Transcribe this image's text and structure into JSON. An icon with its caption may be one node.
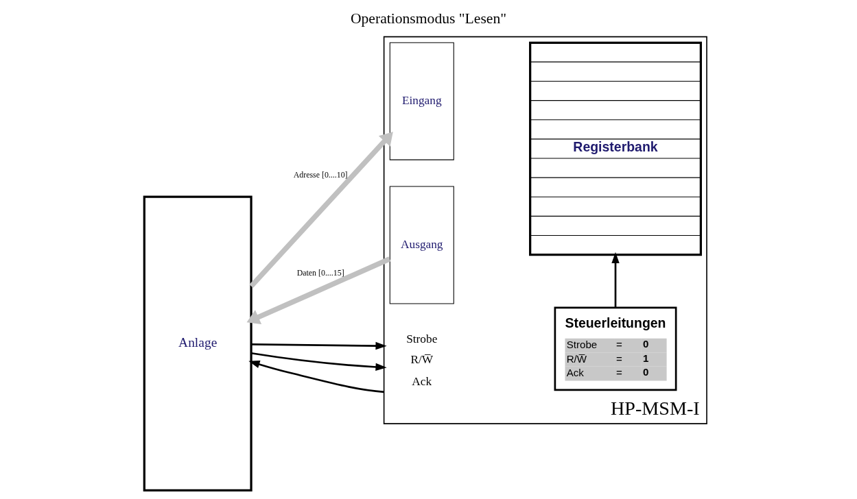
{
  "diagram": {
    "title": "Operationsmodus \"Lesen\"",
    "nodes": [
      {
        "text": [
          "Anlage"
        ]
      },
      {
        "text": [
          "HP-MSM-I"
        ]
      },
      {
        "text": [
          "Eingang"
        ],
        "in": 1
      },
      {
        "text": [
          "Ausgang"
        ],
        "in": 1
      },
      {
        "text": [
          "Registerbank"
        ],
        "in": 1
      },
      {
        "text": [
          "Steuerleitungen",
          "Strobe",
          "=",
          "0",
          "R/W̅",
          "=",
          "1",
          "Ack",
          "=",
          "0"
        ],
        "in": 1
      }
    ],
    "edges": [
      {
        "from": 0,
        "to": 2,
        "arrow": "to",
        "label": "Adresse [0....10]",
        "style": "thick",
        "color": "#c0c0c0"
      },
      {
        "from": 3,
        "to": 0,
        "arrow": "to",
        "label": "Daten [0....15]",
        "style": "thick",
        "color": "#c0c0c0"
      },
      {
        "from": 0,
        "to": 1,
        "arrow": "to",
        "label": "Strobe"
      },
      {
        "from": 0,
        "to": 1,
        "arrow": "to",
        "label": "R/W̅"
      },
      {
        "from": 1,
        "to": 0,
        "arrow": "to",
        "label": "Ack"
      },
      {
        "from": 5,
        "to": 4,
        "arrow": "to"
      }
    ]
  }
}
